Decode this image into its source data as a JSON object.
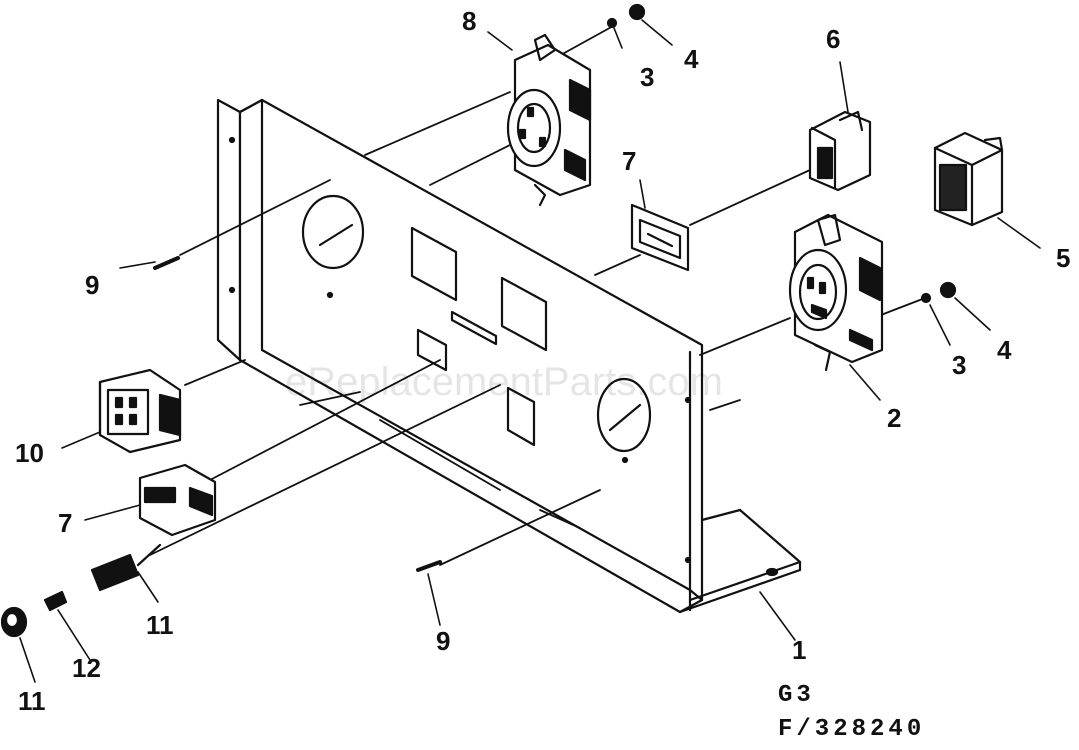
{
  "watermark": "eReplacementParts.com",
  "footer": {
    "line1": "G3",
    "line2": "F/328240"
  },
  "callouts": {
    "c8": "8",
    "c3a": "3",
    "c4a": "4",
    "c6": "6",
    "c7a": "7",
    "c5": "5",
    "c9a": "9",
    "c4b": "4",
    "c3b": "3",
    "c2": "2",
    "c10": "10",
    "c7b": "7",
    "c11a": "11",
    "c12": "12",
    "c11b": "11",
    "c9b": "9",
    "c1": "1"
  }
}
